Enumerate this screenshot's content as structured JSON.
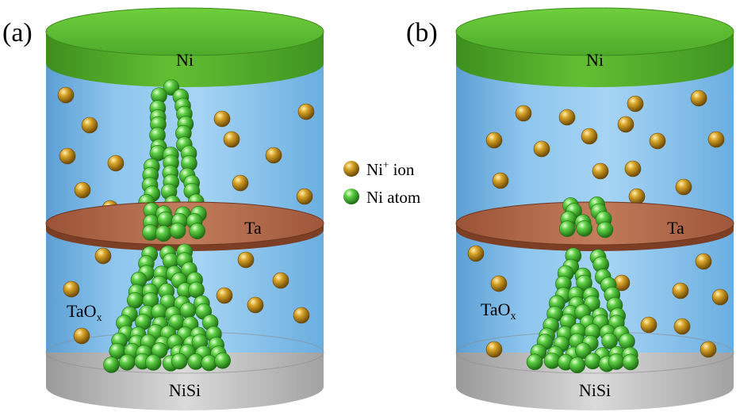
{
  "panels": [
    {
      "id": "a",
      "label": "(a)",
      "top_layer": "Ni",
      "middle_layer": "Ta",
      "oxide_main": "TaO",
      "oxide_sub": "x",
      "bottom_layer": "NiSi"
    },
    {
      "id": "b",
      "label": "(b)",
      "top_layer": "Ni",
      "middle_layer": "Ta",
      "oxide_main": "TaO",
      "oxide_sub": "x",
      "bottom_layer": "NiSi"
    }
  ],
  "legend": {
    "ion_main": "Ni",
    "ion_sup": "+",
    "ion_rest": " ion",
    "atom_label": "Ni atom"
  },
  "colors": {
    "ni_electrode": "#5cb832",
    "oxide": "#8ec6ee",
    "ta_layer": "#b66a4c",
    "nisi": "#c3c3c3",
    "ion": "#c28a14",
    "atom": "#4fc23a"
  }
}
